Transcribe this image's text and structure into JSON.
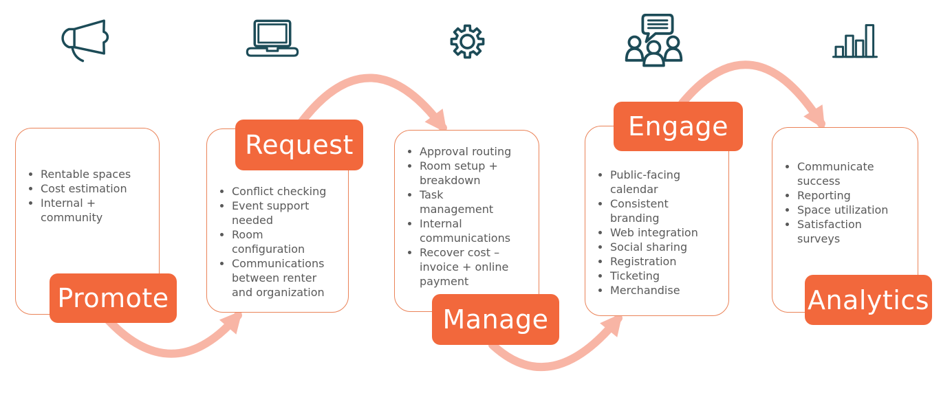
{
  "diagram": {
    "title": "",
    "colors": {
      "badge_orange": "#F2683C",
      "card_border": "#EA8257",
      "arrow_salmon": "#F8B5A5",
      "icon_teal": "#1C4B57",
      "bullet_text": "#595959",
      "background": "#ffffff"
    },
    "steps": [
      {
        "label": "Promote",
        "icon": "megaphone-icon",
        "bullets": [
          "Rentable spaces",
          "Cost estimation",
          "Internal + community"
        ]
      },
      {
        "label": "Request",
        "icon": "laptop-icon",
        "bullets": [
          "Conflict checking",
          "Event support needed",
          "Room configuration",
          "Communications between renter and organization"
        ]
      },
      {
        "label": "Manage",
        "icon": "gear-icon",
        "bullets": [
          "Approval routing",
          "Room setup + breakdown",
          "Task management",
          "Internal communications",
          "Recover cost – invoice + online payment"
        ]
      },
      {
        "label": "Engage",
        "icon": "people-chat-icon",
        "bullets": [
          "Public-facing calendar",
          "Consistent branding",
          "Web integration",
          "Social sharing",
          "Registration",
          "Ticketing",
          "Merchandise"
        ]
      },
      {
        "label": "Analytics",
        "icon": "bar-chart-icon",
        "bullets": [
          "Communicate success",
          "Reporting",
          "Space utilization",
          "Satisfaction surveys"
        ]
      }
    ]
  }
}
